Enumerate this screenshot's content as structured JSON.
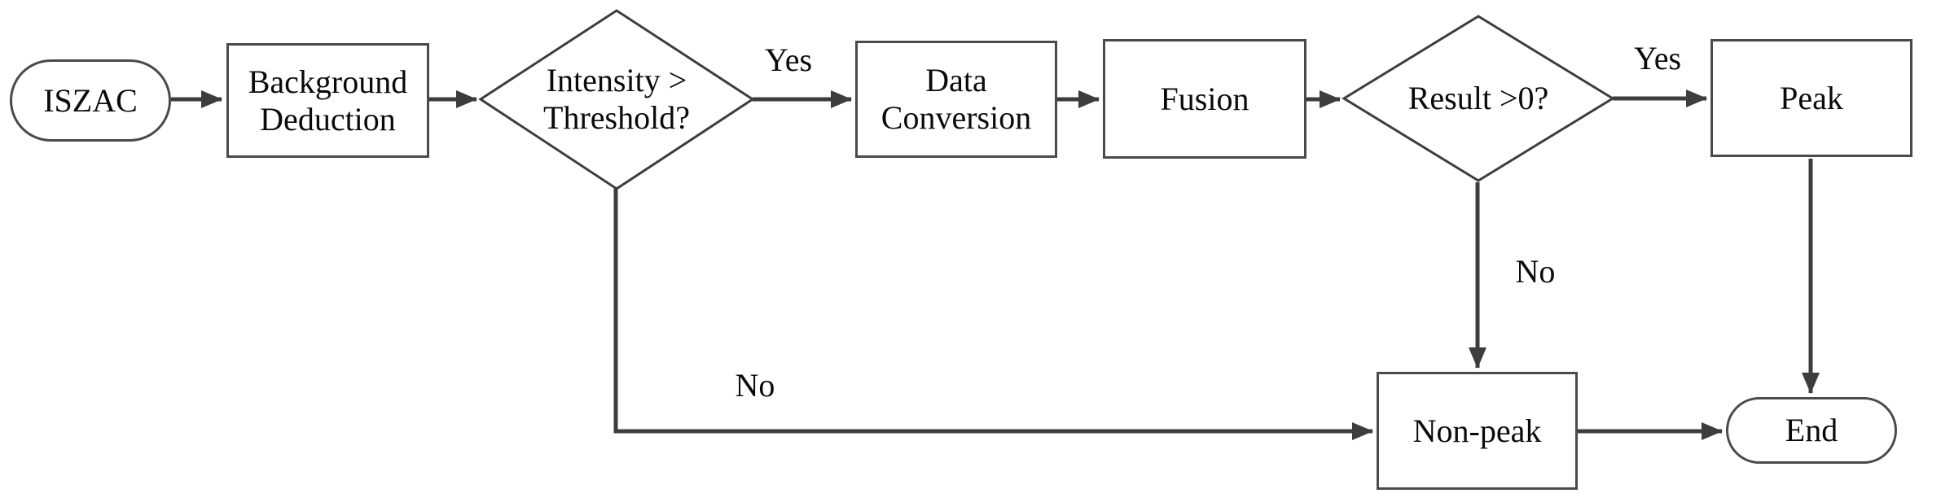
{
  "diagram": {
    "type": "flowchart",
    "nodes": {
      "start": {
        "label": "ISZAC",
        "shape": "stadium"
      },
      "background": {
        "label": "Background\nDeduction",
        "shape": "rect"
      },
      "threshold": {
        "label": "Intensity >\nThreshold?",
        "shape": "diamond"
      },
      "conversion": {
        "label": "Data\nConversion",
        "shape": "rect"
      },
      "fusion": {
        "label": "Fusion",
        "shape": "rect"
      },
      "result": {
        "label": "Result >0?",
        "shape": "diamond"
      },
      "peak": {
        "label": "Peak",
        "shape": "rect"
      },
      "nonpeak": {
        "label": "Non-peak",
        "shape": "rect"
      },
      "end": {
        "label": "End",
        "shape": "stadium"
      }
    },
    "edge_labels": {
      "threshold_yes": "Yes",
      "threshold_no": "No",
      "result_yes": "Yes",
      "result_no": "No"
    },
    "edges": [
      "start -> background",
      "background -> threshold",
      "threshold -Yes-> conversion",
      "threshold -No-> nonpeak",
      "conversion -> fusion",
      "fusion -> result",
      "result -Yes-> peak",
      "result -No-> nonpeak",
      "peak -> end",
      "nonpeak -> end"
    ],
    "colors": {
      "line": "#3d3d3d",
      "border": "#4a4a4a",
      "text": "#0a0a0a",
      "canvas_bg": "#ffffff"
    }
  }
}
